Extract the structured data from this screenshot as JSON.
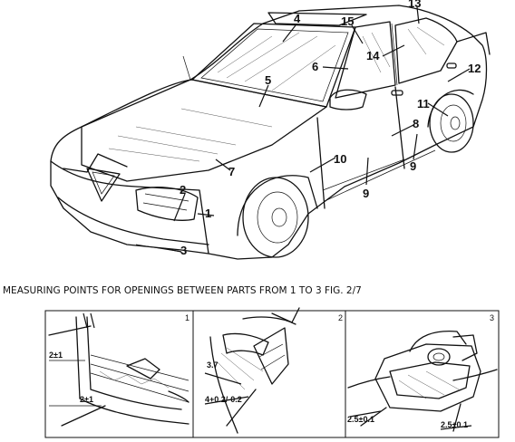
{
  "caption": "MEASURING POINTS FOR OPENINGS BETWEEN PARTS FROM 1 TO 3 FIG. 2/7",
  "callouts": [
    "1",
    "2",
    "3",
    "4",
    "5",
    "6",
    "7",
    "8",
    "9",
    "9",
    "10",
    "11",
    "12",
    "13",
    "14",
    "15"
  ],
  "detail_panels": [
    {
      "number": "1",
      "dimensions": [
        "2±1",
        "2±1"
      ]
    },
    {
      "number": "2",
      "dimensions": [
        "3.7",
        "4+0.2/-0.2"
      ]
    },
    {
      "number": "3",
      "dimensions": [
        "2.5±0.1",
        "2.5±0.1"
      ]
    }
  ]
}
